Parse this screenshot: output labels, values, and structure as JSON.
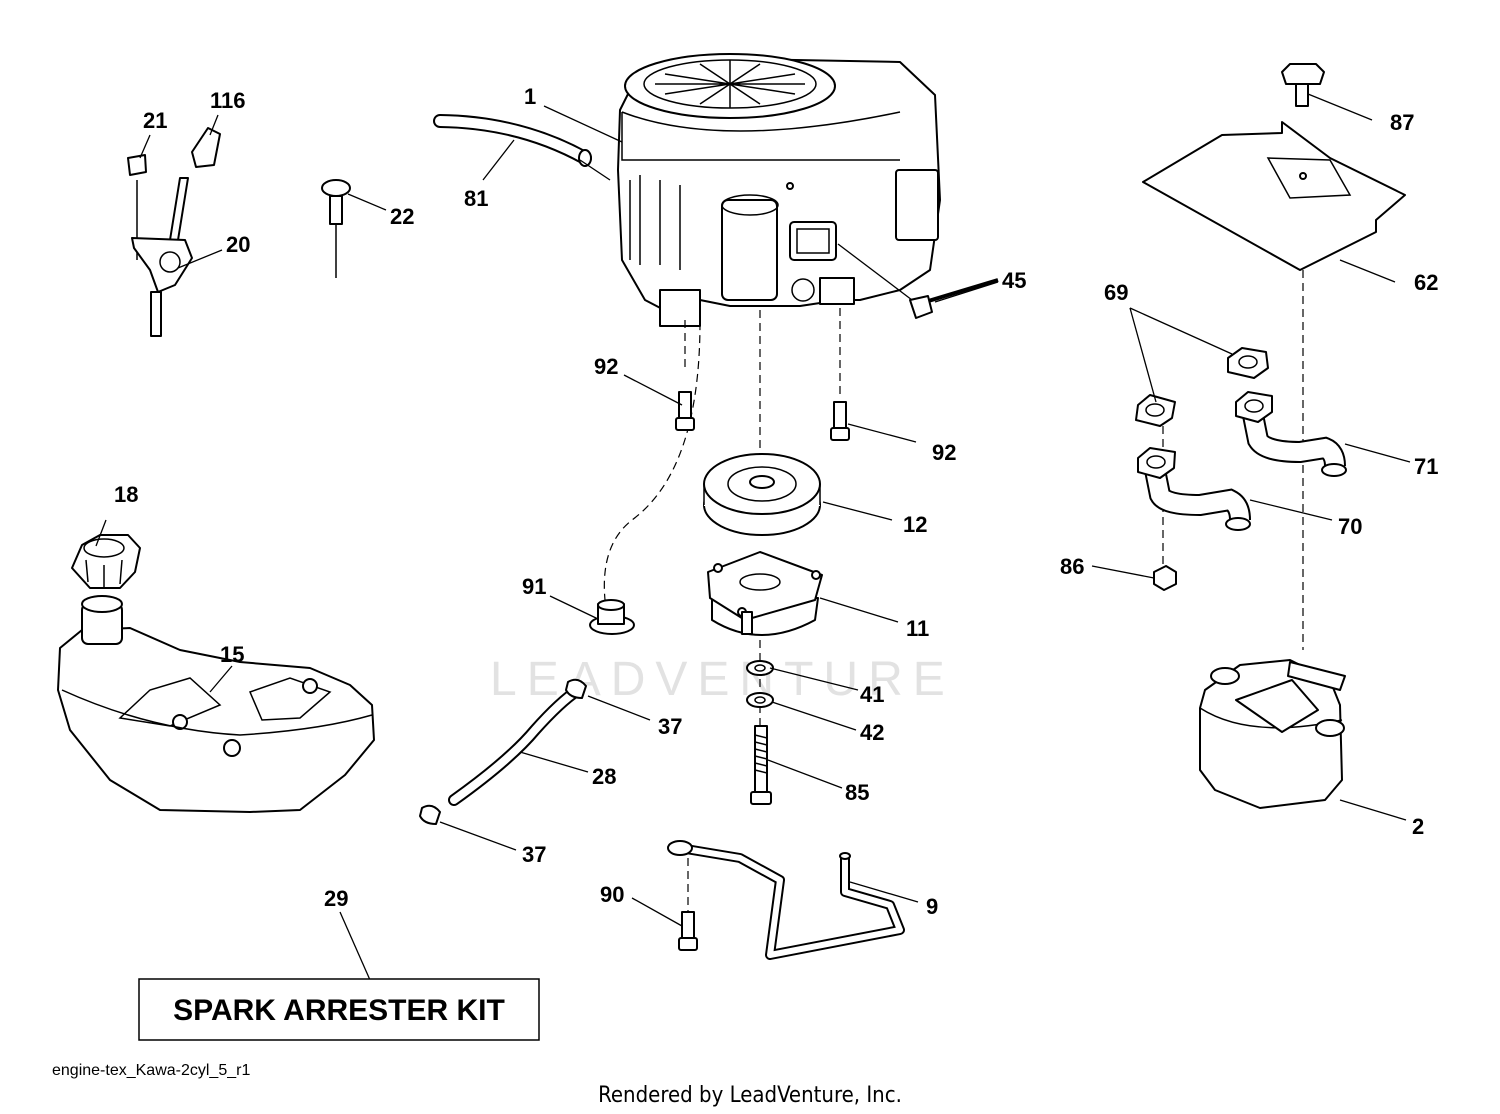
{
  "watermark": "LEADVENTURE",
  "kit_label": "SPARK ARRESTER KIT",
  "diagram_code": "engine-tex_Kawa-2cyl_5_r1",
  "rendered_by": "Rendered by LeadVenture, Inc.",
  "callouts": {
    "c1": "1",
    "c2": "2",
    "c9": "9",
    "c11": "11",
    "c12": "12",
    "c15": "15",
    "c18": "18",
    "c20": "20",
    "c21": "21",
    "c22": "22",
    "c28": "28",
    "c29": "29",
    "c37a": "37",
    "c37b": "37",
    "c41": "41",
    "c42": "42",
    "c45": "45",
    "c62": "62",
    "c69": "69",
    "c70": "70",
    "c71": "71",
    "c81": "81",
    "c85": "85",
    "c86": "86",
    "c87": "87",
    "c90": "90",
    "c91": "91",
    "c92a": "92",
    "c92b": "92",
    "c116": "116"
  }
}
